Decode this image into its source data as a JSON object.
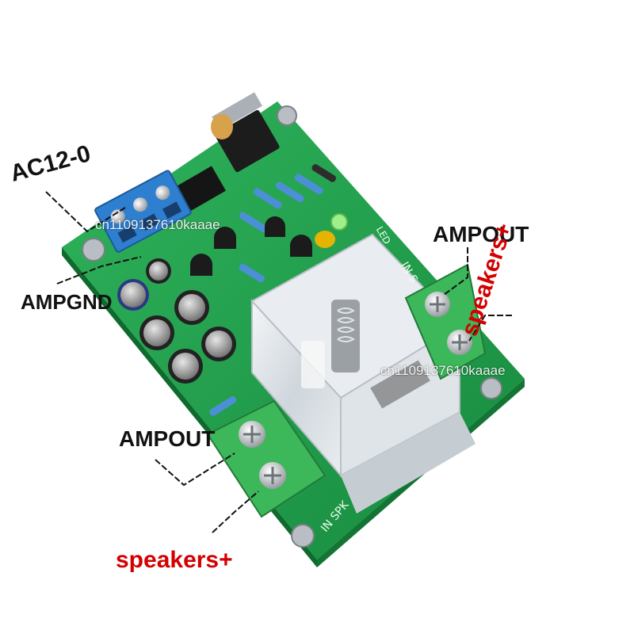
{
  "labels": {
    "ac_input": "AC12-0",
    "amp_gnd": "AMPGND",
    "amp_out_top": "AMPOUT",
    "amp_out_bottom": "AMPOUT",
    "speakers_right": "speakers+",
    "speakers_bottom": "speakers+"
  },
  "watermarks": {
    "upper": "cn1109137610kaaae",
    "lower": "cn1109137610kaaae"
  },
  "silkscreen": {
    "in_spk": "IN SPK",
    "in_s": "IN  S",
    "led": "LED"
  },
  "colors": {
    "pcb": "#1f9a4a",
    "terminal_blue": "#2e7fd0",
    "terminal_green": "#3cb85a",
    "label_red": "#d40000"
  }
}
